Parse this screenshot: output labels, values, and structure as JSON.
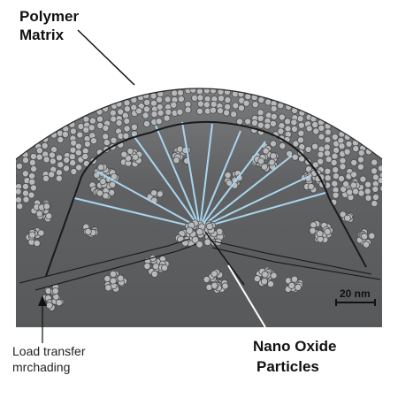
{
  "labels": {
    "polymer_matrix": [
      "Polymer",
      "Matrix"
    ],
    "nano_oxide_particles": [
      "Nano Oxide",
      "Particles"
    ],
    "load_transfer": [
      "Load transfer",
      "mrchading"
    ],
    "scale_bar": "20 nm"
  },
  "colors": {
    "matrix_dark": "#58595b",
    "matrix_mid": "#6e6f71",
    "particle_fill": "#b8b9bb",
    "particle_stroke": "#4a4b4d",
    "load_lines": "#a9d6ee",
    "dome_outline": "#1b1b1b"
  }
}
